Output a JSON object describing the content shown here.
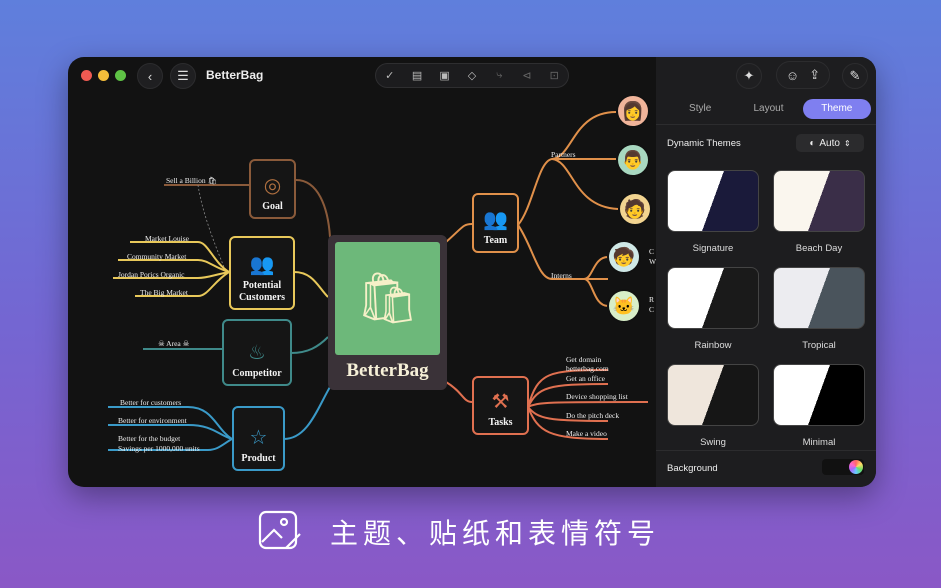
{
  "window": {
    "title": "BetterBag"
  },
  "toolbar": {
    "icons": [
      "check-circle-icon",
      "note-icon",
      "image-icon",
      "tag-icon",
      "relation-icon",
      "back-tag-icon",
      "focus-icon"
    ],
    "right_icons": [
      "ai-sparkle-icon",
      "collaborate-icon",
      "share-icon",
      "format-brush-icon"
    ]
  },
  "panel": {
    "tabs": [
      "Style",
      "Layout",
      "Theme"
    ],
    "active_tab": "Theme",
    "dynamic_themes_label": "Dynamic Themes",
    "auto_value": "Auto",
    "themes": [
      "Signature",
      "Beach Day",
      "Rainbow",
      "Tropical",
      "Swing",
      "Minimal"
    ],
    "background_label": "Background"
  },
  "mindmap": {
    "center": "BetterBag",
    "goal": {
      "label": "Goal",
      "leaves": [
        "Sell a Billion 🛍"
      ]
    },
    "customers": {
      "label": "Potential Customers",
      "leaves": [
        "Market Louise",
        "Community Market",
        "Jordan Porics Organic",
        "The Big Market"
      ]
    },
    "competitor": {
      "label": "Competitor",
      "leaves": [
        "☠ Area ☠"
      ]
    },
    "product": {
      "label": "Product",
      "leaves": [
        "Better for customers",
        "Better for environment",
        "Better for the budget",
        "Savings per 1000,000 units"
      ]
    },
    "team": {
      "label": "Team",
      "branches": [
        "Partners",
        "Interns"
      ],
      "intern_text": [
        "C",
        "W",
        "R",
        "C"
      ]
    },
    "tasks": {
      "label": "Tasks",
      "leaves": [
        "Get domain",
        "betterbag.com",
        "Get an office",
        "Device shopping list",
        "Do the pitch deck",
        "Make a video"
      ]
    }
  },
  "caption": "主题、贴纸和表情符号",
  "colors": {
    "goal": "#8a5a3a",
    "customers": "#e8c85a",
    "competitor": "#3f8a8a",
    "product": "#3a9ac8",
    "team": "#e0904a",
    "tasks": "#e07050",
    "accent": "#7f7ff0"
  }
}
